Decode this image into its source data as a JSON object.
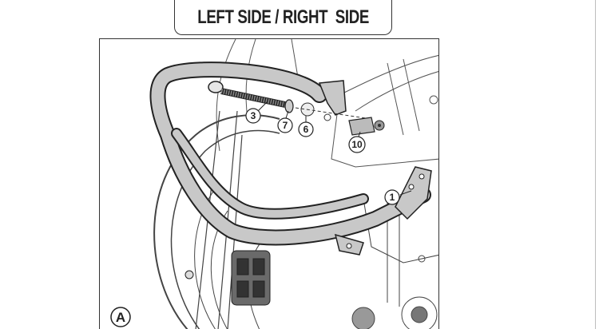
{
  "header": {
    "title": "LEFT SIDE / RIGHT  SIDE"
  },
  "callouts": {
    "part_1": "1",
    "part_3": "3",
    "part_6": "6",
    "part_7": "7",
    "part_10": "10",
    "view_label": "A"
  }
}
